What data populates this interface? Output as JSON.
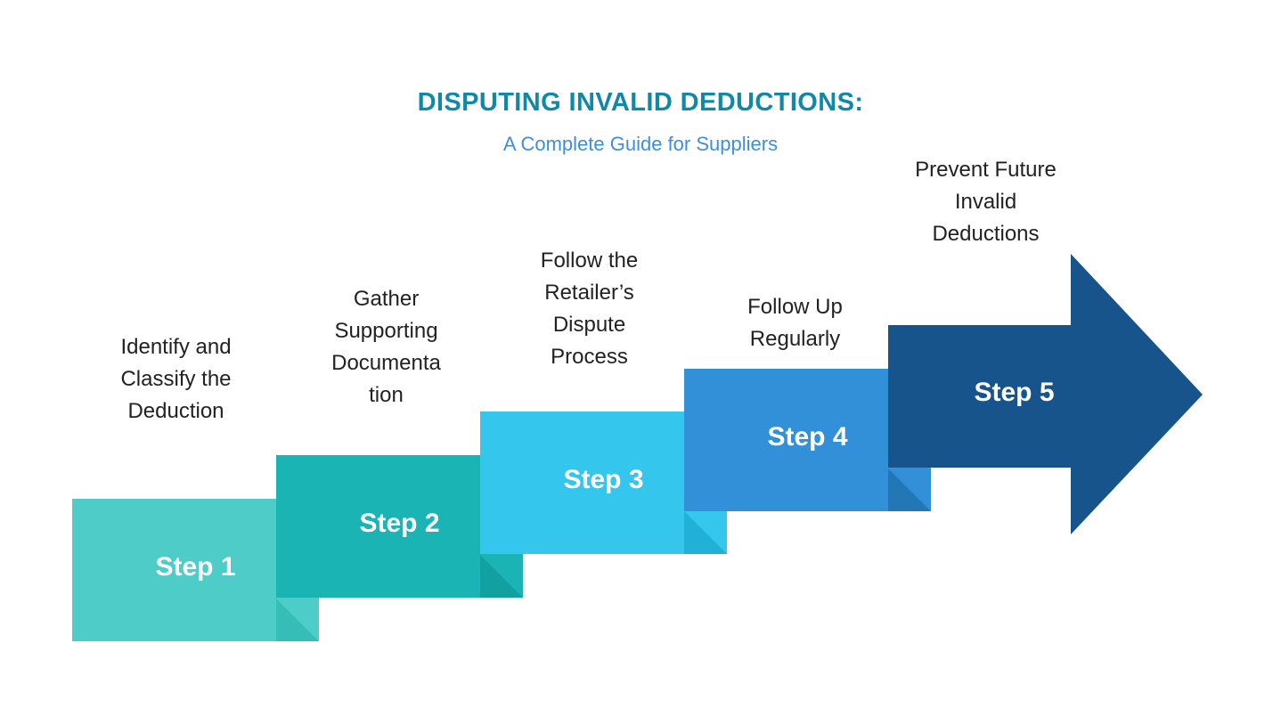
{
  "header": {
    "title": "DISPUTING INVALID DEDUCTIONS:",
    "subtitle": "A Complete Guide for Suppliers",
    "title_color": "#1089A8",
    "subtitle_color": "#3E8EDE"
  },
  "chart_data": {
    "type": "diagram",
    "subtype": "ascending-staircase-arrow",
    "title": "DISPUTING INVALID DEDUCTIONS:",
    "subtitle": "A Complete Guide for Suppliers",
    "background": "#FFFFFF",
    "step_count": 5,
    "direction": "left-to-right ascending",
    "steps": [
      {
        "index": 1,
        "name": "Step 1",
        "label": "Identify and Classify the Deduction",
        "color": "#4ECDC8",
        "shadow_color": "#36BDB8",
        "shape": "rectangle"
      },
      {
        "index": 2,
        "name": "Step 2",
        "label": "Gather Supporting Documenta tion",
        "color": "#1AB4B4",
        "shadow_color": "#12A0A0",
        "shape": "rectangle"
      },
      {
        "index": 3,
        "name": "Step 3",
        "label": "Follow the Retailer’s Dispute Process",
        "color": "#35C6ED",
        "shadow_color": "#21B0D8",
        "shape": "rectangle"
      },
      {
        "index": 4,
        "name": "Step 4",
        "label": "Follow Up Regularly",
        "color": "#3190D8",
        "shadow_color": "#2377B5",
        "shape": "rectangle"
      },
      {
        "index": 5,
        "name": "Step 5",
        "label": "Prevent Future Invalid Deductions",
        "color": "#17548C",
        "shadow_color": "#17548C",
        "shape": "arrow"
      }
    ]
  }
}
